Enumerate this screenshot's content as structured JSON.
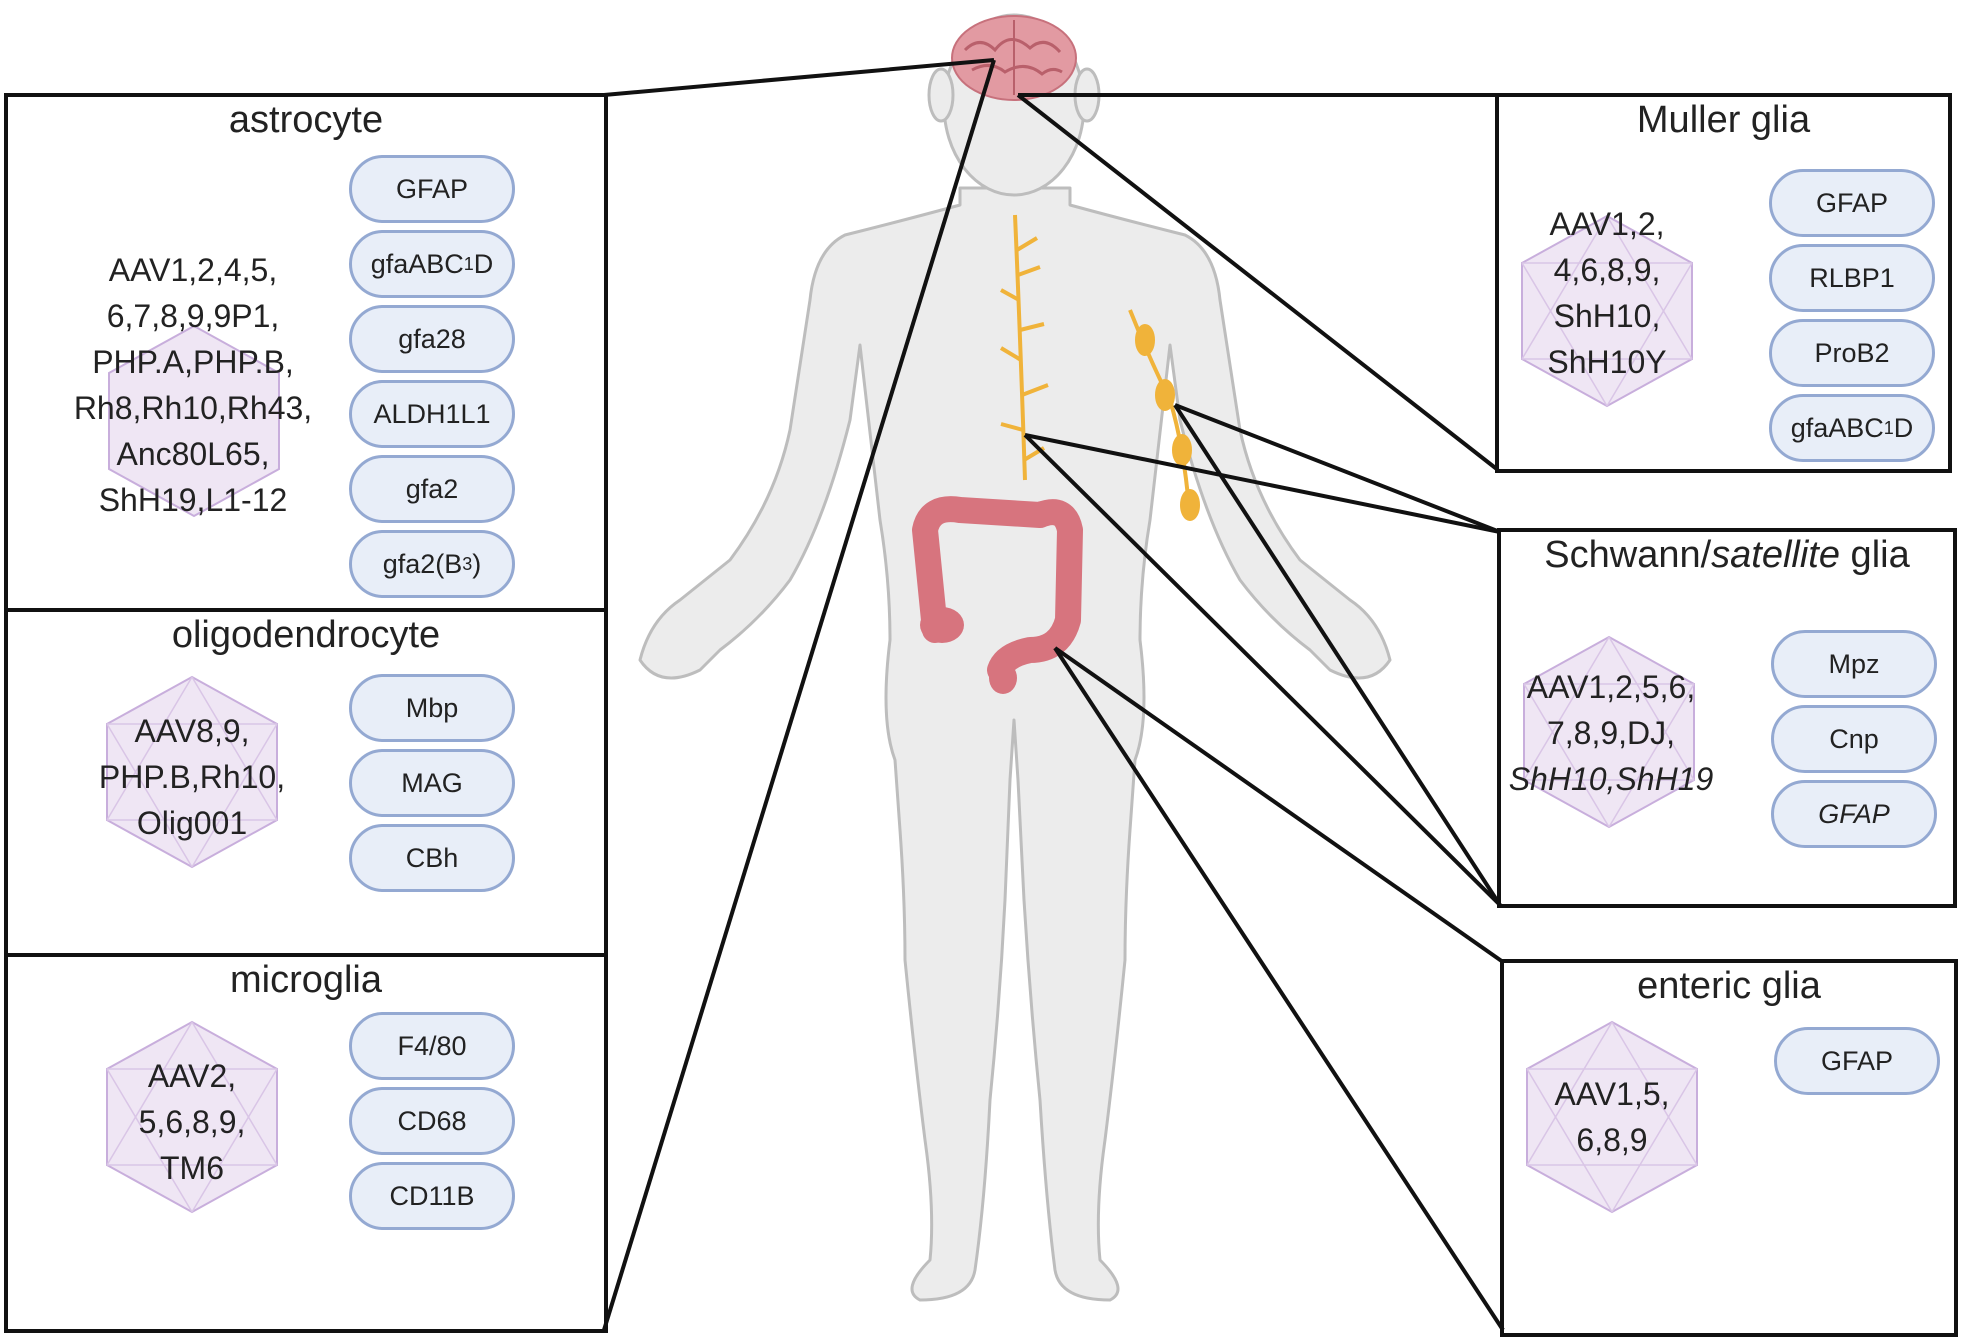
{
  "panels": {
    "astrocyte": {
      "title": "astrocyte",
      "vectors": [
        "AAV1,2,4,5,",
        "6,7,8,9,9P1,",
        "PHP.A,PHP.B,",
        "Rh8,Rh10,Rh43,",
        "Anc80L65,",
        "ShH19,L1-12"
      ],
      "promoters": {
        "p1": "GFAP",
        "p2_main": "gfaABC",
        "p2_sub": "1",
        "p2_tail": "D",
        "p3": "gfa28",
        "p4": "ALDH1L1",
        "p5": "gfa2",
        "p6_main": "gfa2(B",
        "p6_sub": "3",
        "p6_tail": ")"
      }
    },
    "oligodendrocyte": {
      "title": "oligodendrocyte",
      "vectors": [
        "AAV8,9,",
        "PHP.B,Rh10,",
        "Olig001"
      ],
      "promoters": [
        "Mbp",
        "MAG",
        "CBh"
      ]
    },
    "microglia": {
      "title": "microglia",
      "vectors": [
        "AAV2,",
        "5,6,8,9,",
        "TM6"
      ],
      "promoters": [
        "F4/80",
        "CD68",
        "CD11B"
      ]
    },
    "muller": {
      "title": "Muller glia",
      "vectors": [
        "AAV1,2,",
        "4,6,8,9,",
        "ShH10,",
        "ShH10Y"
      ],
      "promoters": {
        "p1": "GFAP",
        "p2": "RLBP1",
        "p3": "ProB2",
        "p4_main": "gfaABC",
        "p4_sub": "1",
        "p4_tail": "D"
      }
    },
    "schwann": {
      "title_pre": "Schwann/",
      "title_ital": "satellite",
      "title_post": " glia",
      "vectors": [
        "AAV1,2,5,6,",
        "7,8,9,DJ,",
        "ShH10,ShH19"
      ],
      "promoters": [
        "Mpz",
        "Cnp",
        "GFAP"
      ]
    },
    "enteric": {
      "title": "enteric glia",
      "vectors": [
        "AAV1,5,",
        "6,8,9"
      ],
      "promoters": [
        "GFAP"
      ]
    }
  },
  "colors": {
    "panel_border": "#111111",
    "pill_fill": "#e8eef8",
    "pill_border": "#94a9d2",
    "capsid_fill": "#efe6f4",
    "capsid_stroke": "#c8aedc",
    "body_fill": "#ececec",
    "body_stroke": "#bdbdbd",
    "brain": "#e29aa2",
    "nerves": "#f0b33a",
    "colon": "#d7747e"
  }
}
